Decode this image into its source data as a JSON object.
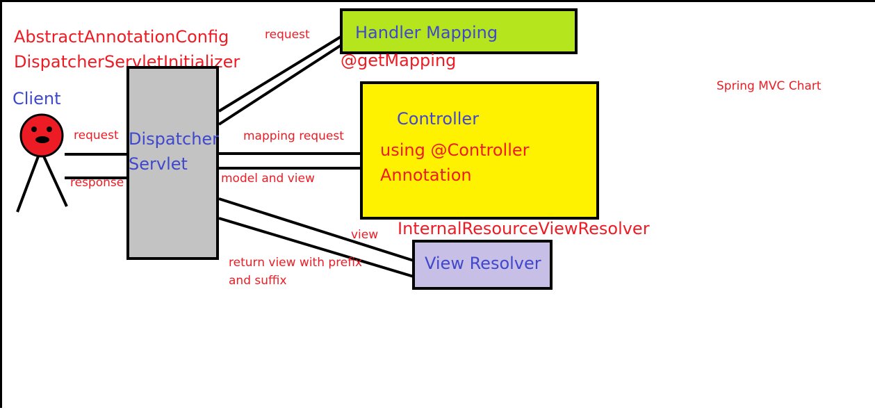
{
  "initializer": {
    "line1": "AbstractAnnotationConfig",
    "line2": "DispatcherServletInitializer"
  },
  "client": {
    "label": "Client"
  },
  "dispatcher": {
    "line1": "Dispatcher",
    "line2": "Servlet"
  },
  "handler_mapping": {
    "label": "Handler Mapping",
    "annotation": "@getMapping"
  },
  "controller": {
    "label": "Controller",
    "line1": "using @Controller",
    "line2": "Annotation"
  },
  "view_resolver": {
    "label": "View Resolver",
    "impl": "InternalResourceViewResolver"
  },
  "arrows": {
    "client_request": "request",
    "client_response": "response",
    "to_handler": "request",
    "mapping_request": "mapping request",
    "model_and_view": "model and view",
    "view": "view",
    "return_view_1": "return view with prefix",
    "return_view_2": "and suffix"
  },
  "caption": "Spring MVC Chart",
  "colors": {
    "text_red": "#ed1c24",
    "text_blue": "#3f48cc",
    "handler_fill": "#b5e61d",
    "controller_fill": "#fff200",
    "resolver_fill": "#c8bfe7",
    "dispatcher_fill": "#c3c3c3",
    "face_fill": "#ed1c24"
  }
}
